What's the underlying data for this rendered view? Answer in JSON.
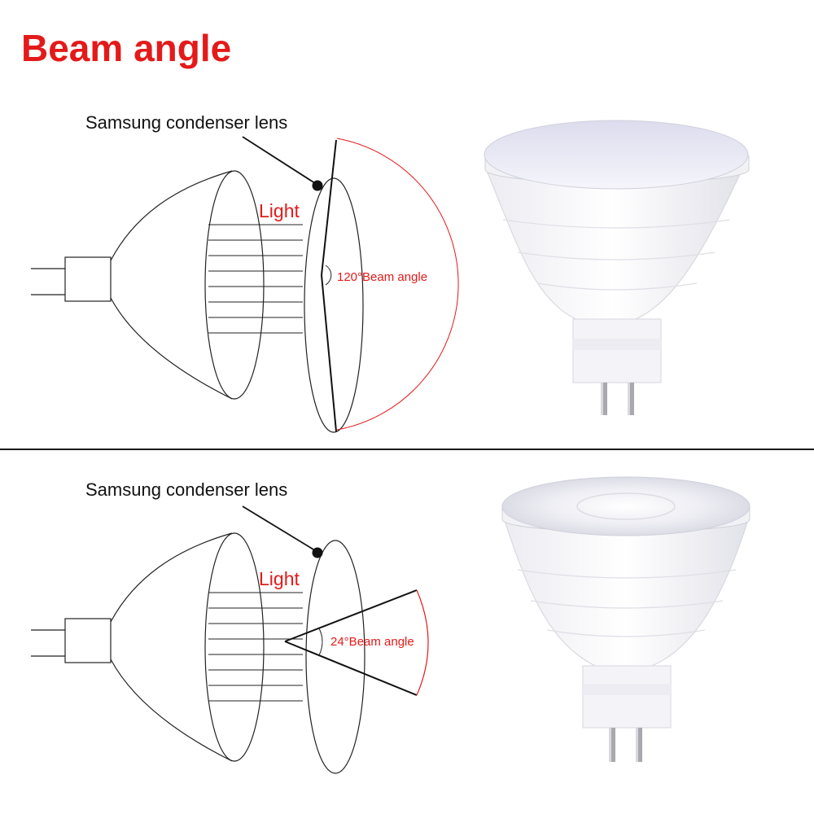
{
  "title": "Beam angle",
  "top_panel": {
    "lens_label": "Samsung condenser lens",
    "light_label": "Light",
    "angle_label": "120°Beam angle"
  },
  "bottom_panel": {
    "lens_label": "Samsung condenser lens",
    "light_label": "Light",
    "angle_label": "24°Beam angle"
  },
  "colors": {
    "title": "#e41a1a",
    "accent": "#e41a1a",
    "line": "#1a1a1a"
  }
}
